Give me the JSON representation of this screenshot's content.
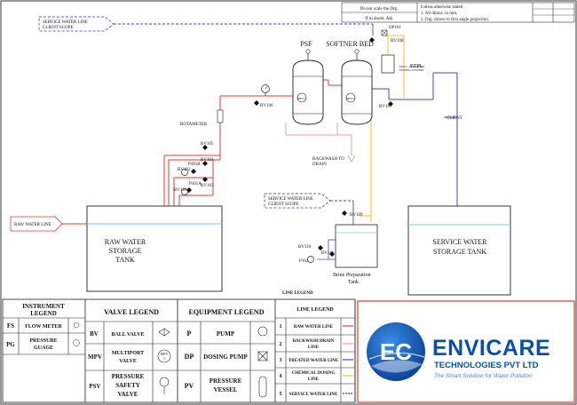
{
  "notes": {
    "do_not_scale": "Do not scale the Drg.",
    "if_in_doubt": "If in doubt, Ask",
    "unless_stated": "Unless otherwise stated",
    "note1": "1. All dimns. in mm.",
    "note2": "2. Drg. drawn to first angle projection."
  },
  "scope_labels": {
    "top_line1": "SERVICE WATER LINE",
    "top_line2": "CLIENT SCOPE",
    "mid_line1": "SERVICE WATER LINE",
    "mid_line2": "CLIENT SCOPE"
  },
  "equipment": {
    "psf": "PSF",
    "softner_bed": "SOFTNER BED",
    "dosing_system_line1": "POST - CHLORINE",
    "dosing_system_line2": "DOSING SYSTEM",
    "rotameter": "ROTAMETER",
    "backwash_line1": "BACKWASH TO",
    "backwash_line2": "DRAIN",
    "raw_tank_line1": "RAW WATER",
    "raw_tank_line2": "STORAGE",
    "raw_tank_line3": "TANK",
    "service_tank_line1": "SERVICE WATER",
    "service_tank_line2": "STORAGE TANK",
    "brine_line1": "Brine Preparation",
    "brine_line2": "Tank",
    "raw_water_line": "RAW WATER LINE",
    "etpl": "ETPL",
    "client": "CLIENT"
  },
  "tags": {
    "dp101": "DP101",
    "bv108": "BV108",
    "bv106": "BV106",
    "bv107": "BV107",
    "bv105": "BV105",
    "bv104": "BV104",
    "p101b": "P101B",
    "bv102": "BV102",
    "p101a": "P101A",
    "bv103": "BV103",
    "bv101": "BV101",
    "bv109": "BV109",
    "bv110": "BV110",
    "bv111": "BV111",
    "p102": "P102",
    "mpv1": "MPV-1",
    "mpv2": "MPV-2",
    "line_legend_caption": "LINE LEGEND"
  },
  "instrument_legend": {
    "title_line1": "INSTRUMENT",
    "title_line2": "LEGEND",
    "rows": [
      {
        "code": "FS",
        "label": "FLOW METER"
      },
      {
        "code": "PG",
        "label_line1": "PRESSURE",
        "label_line2": "GUAGE"
      }
    ]
  },
  "valve_legend": {
    "title": "VALVE LEGEND",
    "rows": [
      {
        "code": "BV",
        "label_line1": "BALL VALVE",
        "label_line2": ""
      },
      {
        "code": "MPV",
        "label_line1": "MULTIPORT",
        "label_line2": "VALVE",
        "symbol_line1": "MPV",
        "symbol_line2": "1"
      },
      {
        "code": "PSV",
        "label_line1": "PRESSURE",
        "label_line2": "SAFETY",
        "label_line3": "VALVE"
      }
    ]
  },
  "equipment_legend": {
    "title": "EQUIPMENT LEGEND",
    "rows": [
      {
        "code": "P",
        "label_line1": "PUMP"
      },
      {
        "code": "DP",
        "label_line1": "DOSING PUMP"
      },
      {
        "code": "PV",
        "label_line1": "PRESSURE",
        "label_line2": "VESSEL"
      }
    ]
  },
  "line_legend": {
    "title": "LINE LEGEND",
    "rows": [
      {
        "num": "1",
        "label_line1": "RAW WATER LINE",
        "label_line2": "",
        "color": "#e53935"
      },
      {
        "num": "2",
        "label_line1": "BACKWASH DRAIN",
        "label_line2": "LINE",
        "color": "#e8a3a3"
      },
      {
        "num": "3",
        "label_line1": "TREATED WATER LINE",
        "label_line2": "",
        "color": "#3a4fc0"
      },
      {
        "num": "4",
        "label_line1": "CHEMICAL DOSING",
        "label_line2": "LINE",
        "color": "#f2c230"
      },
      {
        "num": "5",
        "label_line1": "SERVICE WATER LINE",
        "label_line2": "",
        "color": "#2a3faa"
      }
    ]
  },
  "logo": {
    "monogram": "EC",
    "company": "ENVICARE",
    "subtitle": "TECHNOLOGIES PVT LTD",
    "tagline": "The Smart Solution for Water Pollution"
  },
  "colors": {
    "raw_water": "#e53935",
    "treated_water": "#3a4fc0",
    "chemical": "#f2c230",
    "backwash": "#e8a3a3",
    "service_water": "#2a3faa",
    "logo_blue": "#0a4fa8",
    "logo_border": "#d43b3b"
  }
}
